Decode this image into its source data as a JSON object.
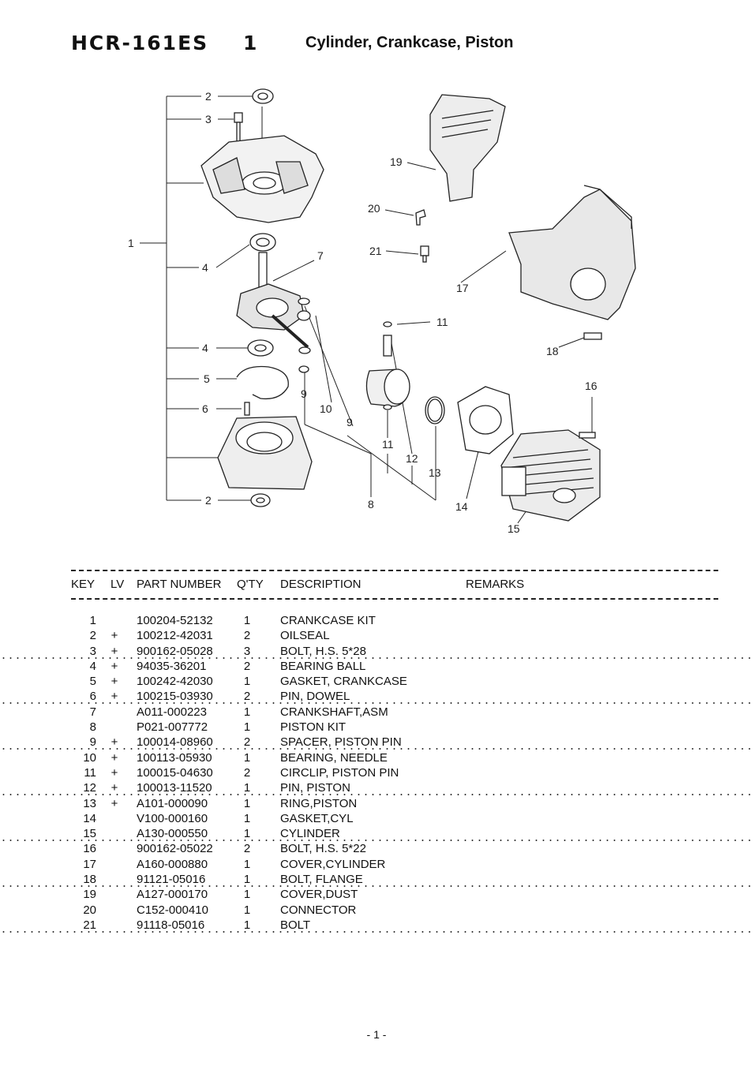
{
  "header": {
    "model": "HCR-161ES",
    "section_number": "1",
    "title": "Cylinder, Crankcase, Piston"
  },
  "diagram": {
    "callouts": [
      "1",
      "2",
      "3",
      "4",
      "4",
      "5",
      "6",
      "2",
      "7",
      "8",
      "9",
      "9",
      "10",
      "11",
      "11",
      "12",
      "13",
      "14",
      "15",
      "16",
      "17",
      "18",
      "19",
      "20",
      "21"
    ]
  },
  "table": {
    "headers": {
      "key": "KEY",
      "lv": "LV",
      "part_number": "PART NUMBER",
      "qty": "Q'TY",
      "description": "DESCRIPTION",
      "remarks": "REMARKS"
    },
    "rows": [
      {
        "key": "1",
        "lv": "",
        "part": "100204-52132",
        "qty": "1",
        "desc": "CRANKCASE KIT",
        "remarks": ""
      },
      {
        "key": "2",
        "lv": "+",
        "part": "100212-42031",
        "qty": "2",
        "desc": "OILSEAL",
        "remarks": ""
      },
      {
        "key": "3",
        "lv": "+",
        "part": "900162-05028",
        "qty": "3",
        "desc": "BOLT, H.S.  5*28",
        "remarks": ""
      },
      {
        "key": "4",
        "lv": "+",
        "part": "94035-36201",
        "qty": "2",
        "desc": "BEARING BALL",
        "remarks": ""
      },
      {
        "key": "5",
        "lv": "+",
        "part": "100242-42030",
        "qty": "1",
        "desc": "GASKET, CRANKCASE",
        "remarks": ""
      },
      {
        "key": "6",
        "lv": "+",
        "part": "100215-03930",
        "qty": "2",
        "desc": "PIN, DOWEL",
        "remarks": ""
      },
      {
        "key": "7",
        "lv": "",
        "part": "A011-000223",
        "qty": "1",
        "desc": "CRANKSHAFT,ASM",
        "remarks": ""
      },
      {
        "key": "8",
        "lv": "",
        "part": "P021-007772",
        "qty": "1",
        "desc": "PISTON KIT",
        "remarks": ""
      },
      {
        "key": "9",
        "lv": "+",
        "part": "100014-08960",
        "qty": "2",
        "desc": "SPACER, PISTON PIN",
        "remarks": ""
      },
      {
        "key": "10",
        "lv": "+",
        "part": "100113-05930",
        "qty": "1",
        "desc": "BEARING, NEEDLE",
        "remarks": ""
      },
      {
        "key": "11",
        "lv": "+",
        "part": "100015-04630",
        "qty": "2",
        "desc": "CIRCLIP, PISTON PIN",
        "remarks": ""
      },
      {
        "key": "12",
        "lv": "+",
        "part": "100013-11520",
        "qty": "1",
        "desc": "PIN, PISTON",
        "remarks": ""
      },
      {
        "key": "13",
        "lv": "+",
        "part": "A101-000090",
        "qty": "1",
        "desc": "RING,PISTON",
        "remarks": ""
      },
      {
        "key": "14",
        "lv": "",
        "part": "V100-000160",
        "qty": "1",
        "desc": "GASKET,CYL",
        "remarks": ""
      },
      {
        "key": "15",
        "lv": "",
        "part": "A130-000550",
        "qty": "1",
        "desc": "CYLINDER",
        "remarks": ""
      },
      {
        "key": "16",
        "lv": "",
        "part": "900162-05022",
        "qty": "2",
        "desc": "BOLT, H.S.  5*22",
        "remarks": ""
      },
      {
        "key": "17",
        "lv": "",
        "part": "A160-000880",
        "qty": "1",
        "desc": "COVER,CYLINDER",
        "remarks": ""
      },
      {
        "key": "18",
        "lv": "",
        "part": "91121-05016",
        "qty": "1",
        "desc": "BOLT, FLANGE",
        "remarks": ""
      },
      {
        "key": "19",
        "lv": "",
        "part": "A127-000170",
        "qty": "1",
        "desc": "COVER,DUST",
        "remarks": ""
      },
      {
        "key": "20",
        "lv": "",
        "part": "C152-000410",
        "qty": "1",
        "desc": "CONNECTOR",
        "remarks": ""
      },
      {
        "key": "21",
        "lv": "",
        "part": "91118-05016",
        "qty": "1",
        "desc": "BOLT",
        "remarks": ""
      }
    ]
  },
  "footer": {
    "page": "- 1 -"
  }
}
